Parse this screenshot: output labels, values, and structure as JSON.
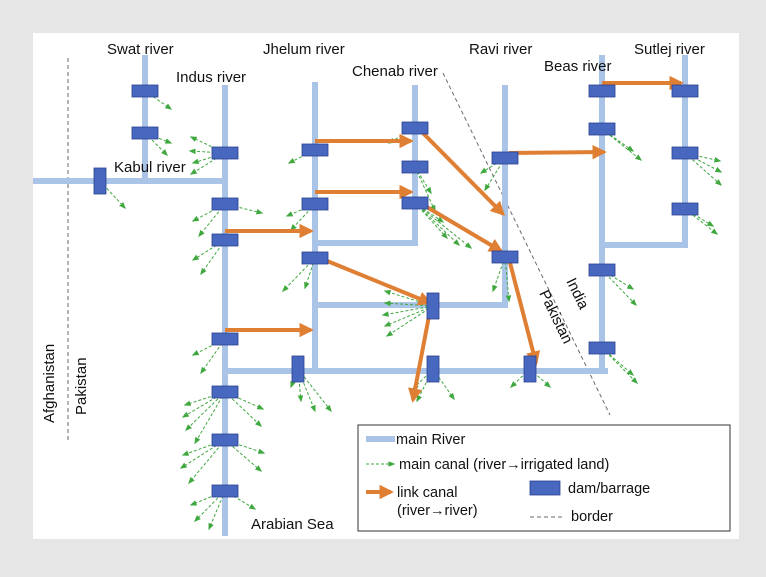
{
  "colors": {
    "river": "#a9c4e6",
    "canal": "#3fa83f",
    "link": "#df7f34",
    "dam": "#4868c0",
    "dam_border": "#2b3f90",
    "border": "#6b6b6b"
  },
  "rivers": {
    "swat": "Swat river",
    "indus": "Indus river",
    "jhelum": "Jhelum river",
    "chenab": "Chenab river",
    "ravi": "Ravi river",
    "beas": "Beas river",
    "sutlej": "Sutlej river",
    "kabul": "Kabul river"
  },
  "places": {
    "arabian_sea": "Arabian Sea",
    "afghanistan": "Afghanistan",
    "pakistan_west": "Pakistan",
    "india": "India",
    "pakistan_east": "Pakistan"
  },
  "legend": {
    "main_river": "main River",
    "main_canal": "main canal (river→irrigated land)",
    "link_canal_1": "link canal",
    "link_canal_2": "(river→river)",
    "dam": "dam/barrage",
    "border": "border"
  }
}
